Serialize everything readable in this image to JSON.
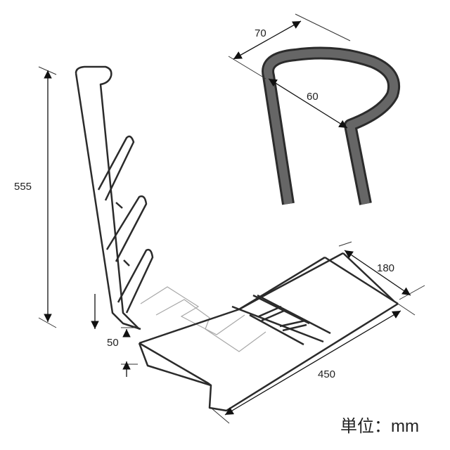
{
  "dimensions": {
    "height": "555",
    "width": "450",
    "depth": "180",
    "lip": "50",
    "hook_outer": "70",
    "hook_inner": "60"
  },
  "unit_label": "単位：mm",
  "colors": {
    "line": "#2b2b2b",
    "hook_fill": "#555555",
    "light_line": "#9a9a9a",
    "text": "#222222"
  }
}
